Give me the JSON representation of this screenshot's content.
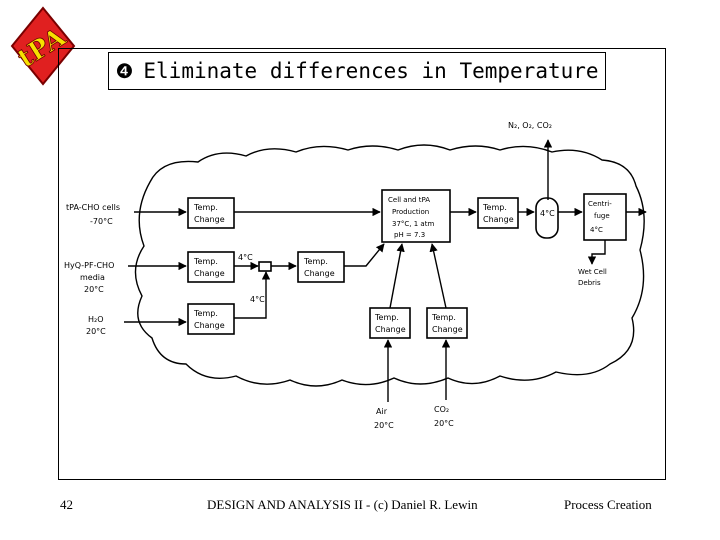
{
  "logo": {
    "text": "tPA",
    "color": "#e02020",
    "outline": "#7a0000"
  },
  "title": {
    "bullet": "❹",
    "text": "Eliminate differences in Temperature"
  },
  "diagram": {
    "gas_out": "N₂, O₂, CO₂",
    "inputs": {
      "tpa_cho": [
        "tPA-CHO cells",
        "-70°C"
      ],
      "medium": [
        "HyQ-PF-CHO",
        "media",
        "20°C"
      ],
      "water": [
        "H₂O",
        "20°C"
      ],
      "air": [
        "Air",
        "20°C"
      ],
      "co2": [
        "CO₂",
        "20°C"
      ]
    },
    "boxes": {
      "temp_change_1": [
        "Temp.",
        "Change"
      ],
      "temp_change_2": [
        "Temp.",
        "Change"
      ],
      "temp_change_3": [
        "Temp.",
        "Change"
      ],
      "temp_change_mix": [
        "Temp.",
        "Change"
      ],
      "temp_change_air": [
        "Temp.",
        "Change"
      ],
      "temp_change_co2": [
        "Temp.",
        "Change"
      ],
      "temp_change_out": [
        "Temp.",
        "Change"
      ],
      "cell_tpa": [
        "Cell and tPA",
        "Production",
        "37°C, 1 atm",
        "pH = 7.3"
      ],
      "centrifuge": [
        "Centri-",
        "fuge",
        "4°C"
      ]
    },
    "labels": {
      "t4c_a": "4°C",
      "t4c_b": "4°C",
      "t4c_c": "4°C",
      "wet_cell": [
        "Wet Cell",
        "Debris"
      ]
    }
  },
  "footer": {
    "page": "42",
    "center": "DESIGN AND ANALYSIS II - (c) Daniel R. Lewin",
    "right": "Process Creation"
  }
}
